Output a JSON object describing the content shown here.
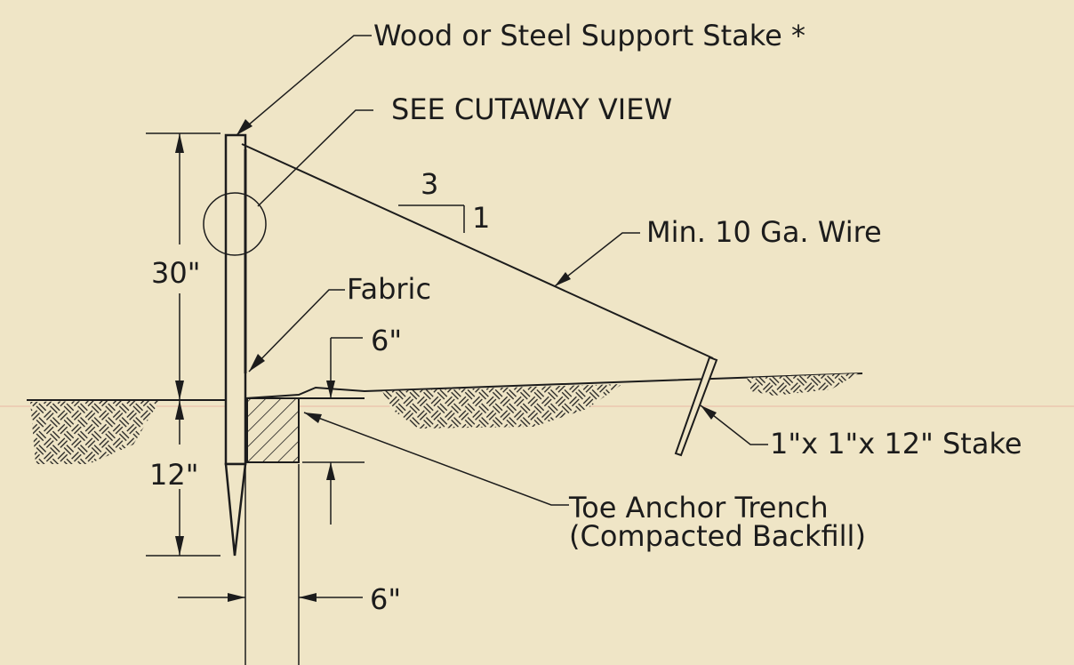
{
  "labels": {
    "stake_callout": "Wood or Steel Support Stake *",
    "cutaway_callout": "SEE CUTAWAY VIEW",
    "slope_run": "3",
    "slope_rise": "1",
    "wire_callout": "Min. 10 Ga. Wire",
    "fabric_callout": "Fabric",
    "trench_depth": "6\"",
    "height_above": "30\"",
    "height_below": "12\"",
    "small_stake_callout": "1\"x 1\"x 12\" Stake",
    "trench_line1": "Toe Anchor Trench",
    "trench_line2": "(Compacted Backfill)",
    "trench_width": "6\""
  },
  "colors": {
    "paper": "#efe5c6",
    "ink": "#1c1c1c"
  }
}
